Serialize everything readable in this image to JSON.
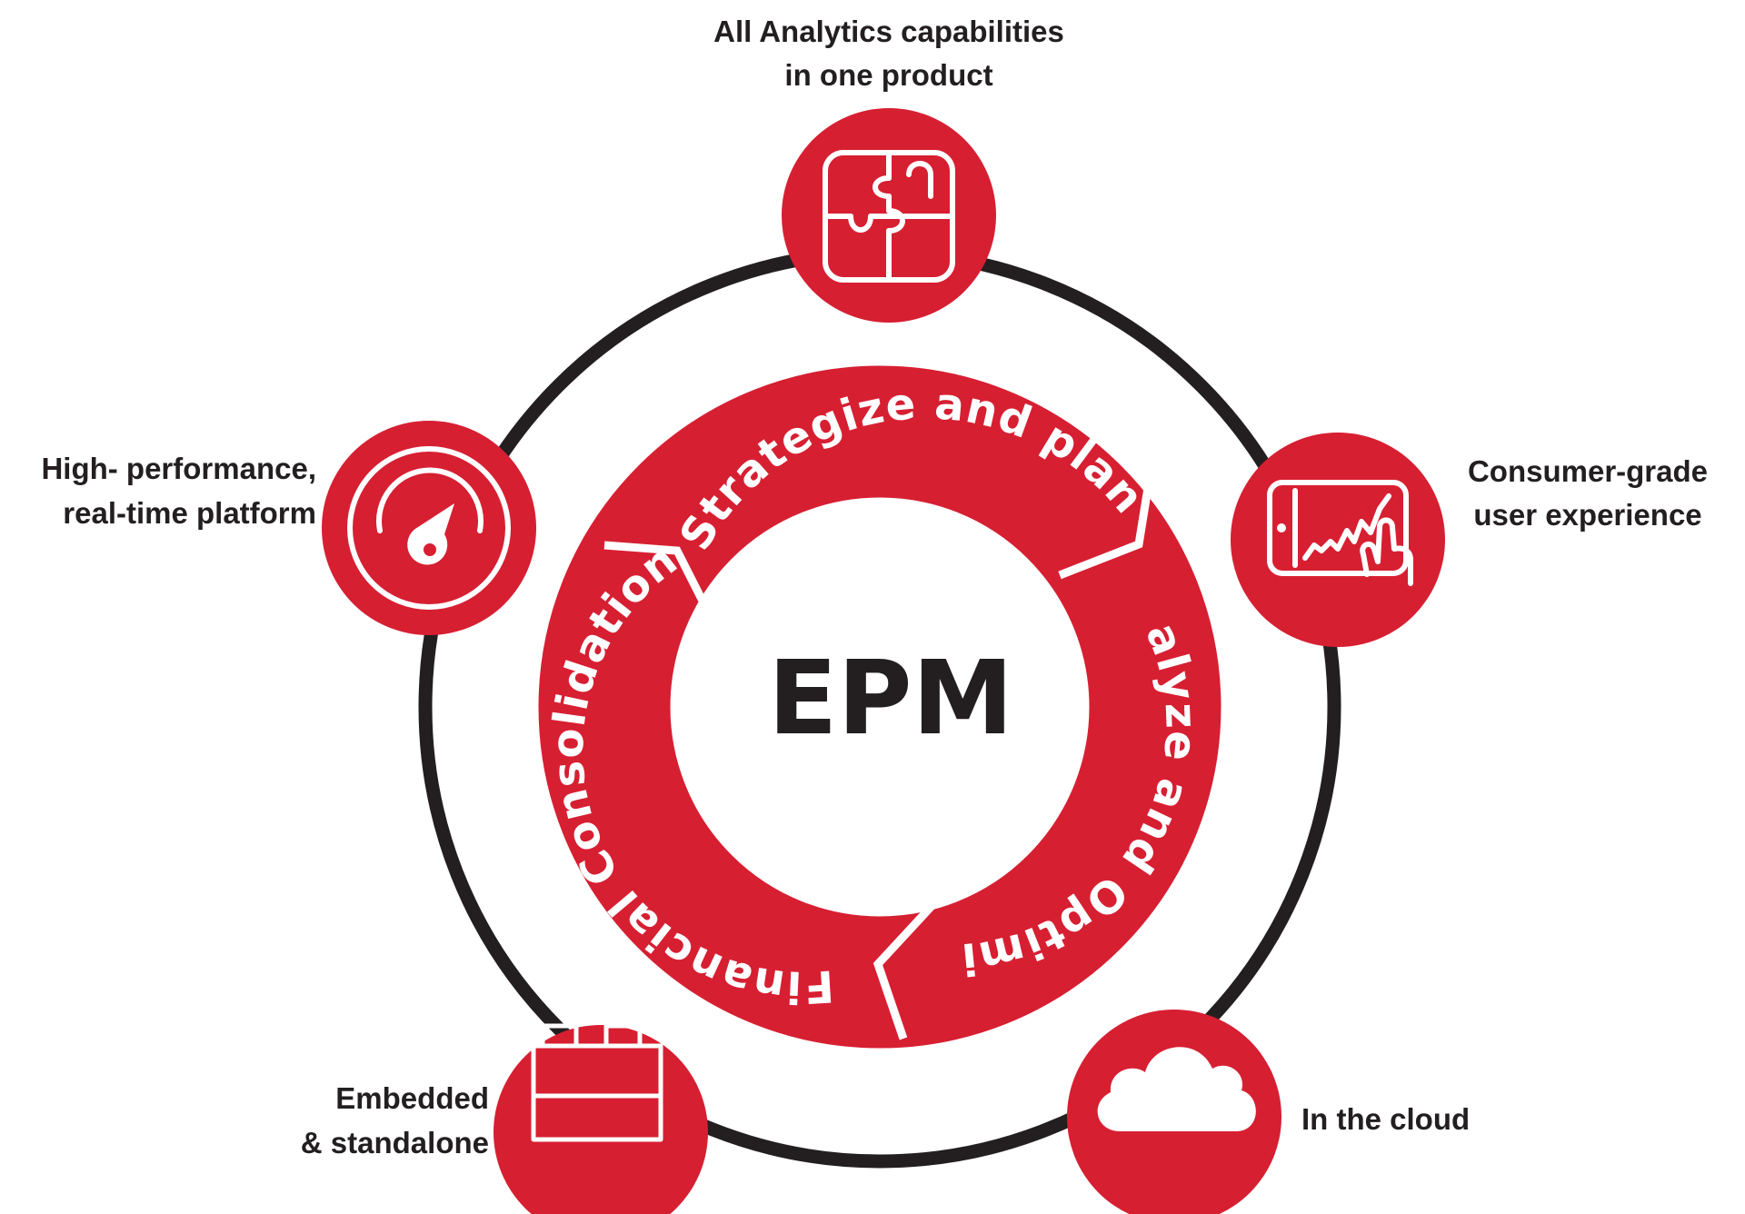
{
  "center_label": "EPM",
  "ring_segments": [
    {
      "name": "strategize",
      "label": "Strategize and plan"
    },
    {
      "name": "analyze",
      "label": "Analyze and Optimize"
    },
    {
      "name": "consolidation",
      "label": "Financial Consolidation"
    }
  ],
  "nodes": [
    {
      "name": "puzzle",
      "icon": "puzzle-icon",
      "lines": [
        "All Analytics capabilities",
        "in one product"
      ]
    },
    {
      "name": "tablet",
      "icon": "tablet-chart-icon",
      "lines": [
        "Consumer-grade",
        "user experience"
      ]
    },
    {
      "name": "cloud",
      "icon": "cloud-icon",
      "lines": [
        "In the cloud"
      ]
    },
    {
      "name": "blocks",
      "icon": "building-block-icon",
      "lines": [
        "Embedded",
        "& standalone"
      ]
    },
    {
      "name": "gauge",
      "icon": "speedometer-icon",
      "lines": [
        "High- performance,",
        "real-time platform"
      ]
    }
  ],
  "colors": {
    "accent": "#d71f32",
    "ring": "#231f20",
    "text": "#231f20"
  }
}
